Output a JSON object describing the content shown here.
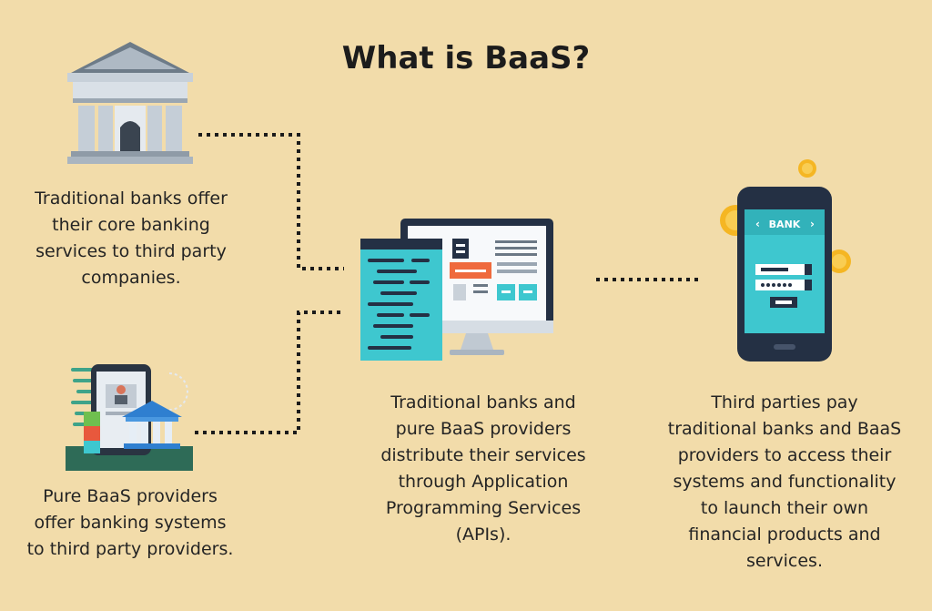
{
  "title": "What is BaaS?",
  "captions": {
    "traditional_banks": "Traditional banks offer\ntheir core banking\nservices to third party\ncompanies.",
    "pure_baas": "Pure BaaS providers\noffer banking systems\nto third party providers.",
    "apis": "Traditional banks and\npure BaaS providers\ndistribute their services\nthrough Application\nProgramming Services\n(APIs).",
    "third_parties": "Third parties pay\ntraditional banks and BaaS\nproviders to access their\nsystems and functionality\nto launch their own\nfinancial products and\nservices."
  },
  "phone": {
    "header_label": "BANK"
  },
  "colors": {
    "background": "#f2dcaa",
    "teal": "#3ec7cf",
    "dark_navy": "#243044",
    "orange": "#ef6a3d",
    "coin": "#f5b623"
  },
  "icons": [
    "bank-building-icon",
    "baas-provider-icon",
    "computer-api-icon",
    "mobile-bank-app-icon",
    "coin-icon"
  ]
}
